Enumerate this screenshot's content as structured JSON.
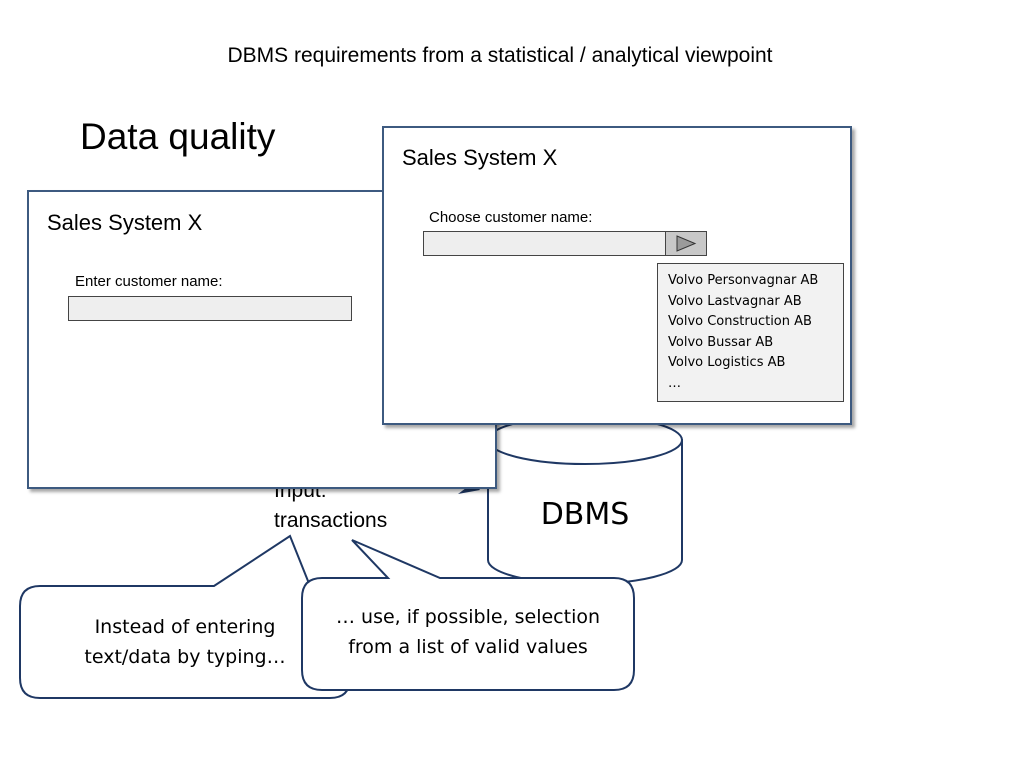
{
  "page_title": "DBMS requirements from a statistical / analytical viewpoint",
  "section_title": "Data quality",
  "left_window": {
    "title": "Sales System X",
    "field_label": "Enter customer name:"
  },
  "right_window": {
    "title": "Sales System X",
    "field_label": "Choose customer name:",
    "options": [
      "Volvo Personvagnar AB",
      "Volvo Lastvagnar AB",
      "Volvo Construction AB",
      "Volvo Bussar AB",
      "Volvo Logistics AB",
      "…"
    ]
  },
  "dbms": {
    "label": "DBMS"
  },
  "input_transactions": {
    "line1": "Input:",
    "line2": "transactions"
  },
  "callouts": {
    "left": {
      "line1": "Instead of entering",
      "line2": "text/data by typing…"
    },
    "right": {
      "line1": "… use, if possible, selection",
      "line2": "from a list of valid values"
    }
  },
  "colors": {
    "window_border": "#3d5a80",
    "callout_border": "#1f3864",
    "textbox_fill": "#eeeeee",
    "button_fill": "#c8c8c8",
    "list_fill": "#f2f2f2"
  }
}
